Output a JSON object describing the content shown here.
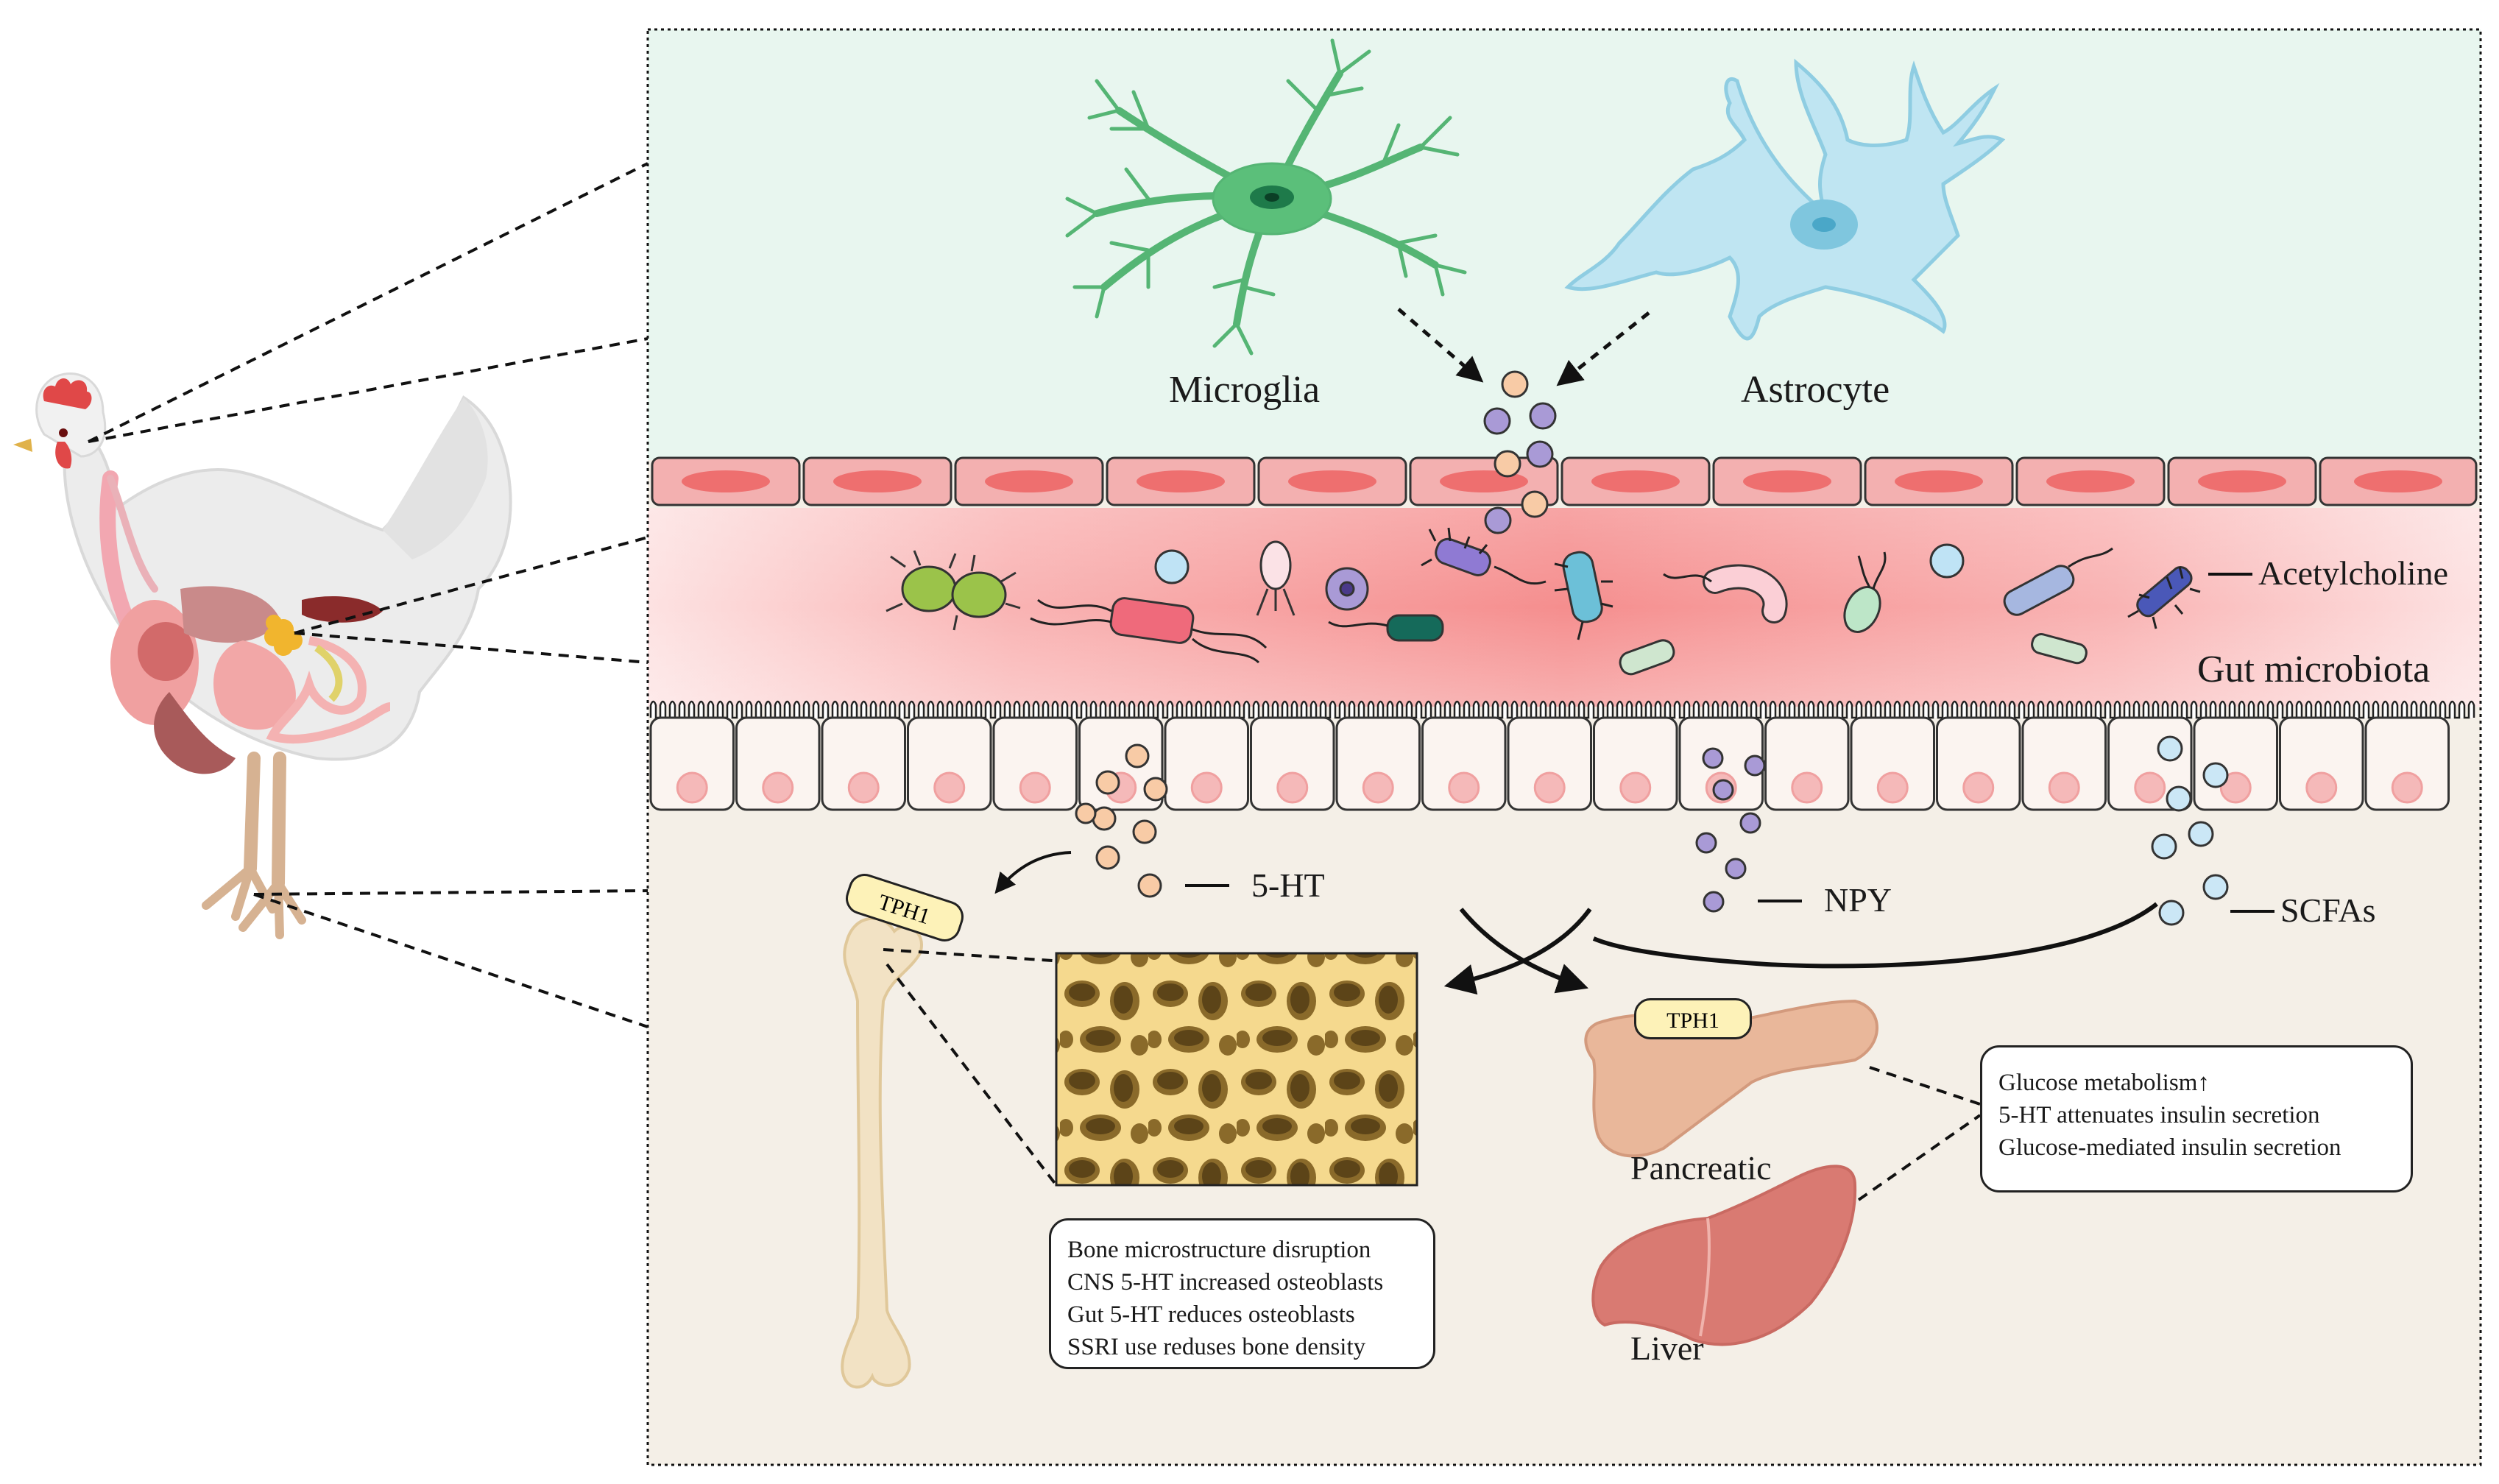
{
  "cells": {
    "microglia": "Microglia",
    "astrocyte": "Astrocyte"
  },
  "gut": {
    "acetylcholine": "Acetylcholine",
    "microbiota": "Gut microbiota"
  },
  "signals": {
    "serotonin": "5-HT",
    "npy": "NPY",
    "scfas": "SCFAs"
  },
  "tags": {
    "bone_enzyme": "TPH1",
    "pancreas_enzyme": "TPH1"
  },
  "organs": {
    "pancreatic": "Pancreatic",
    "liver": "Liver"
  },
  "bone_effects": [
    "Bone microstructure disruption",
    "CNS 5-HT increased osteoblasts",
    "Gut 5-HT reduces osteoblasts",
    "SSRI use reduses bone density"
  ],
  "metabolic_effects": [
    "Glucose metabolism↑",
    "5-HT attenuates insulin secretion",
    "Glucose-mediated insulin secretion"
  ],
  "colors": {
    "brain_bg": "#e8f6ef",
    "gut_lumen": "#f9a8a8",
    "body_bg": "#f4efe7",
    "microglia": "#5bbf7a",
    "astrocyte": "#a9dcec",
    "serotonin_dot": "#f6c7a6",
    "npy_dot": "#a99ad6",
    "scfa_dot": "#cbe7f6",
    "bone": "#f2e2c4",
    "pancreas": "#e9b79a",
    "liver": "#d97a72"
  }
}
